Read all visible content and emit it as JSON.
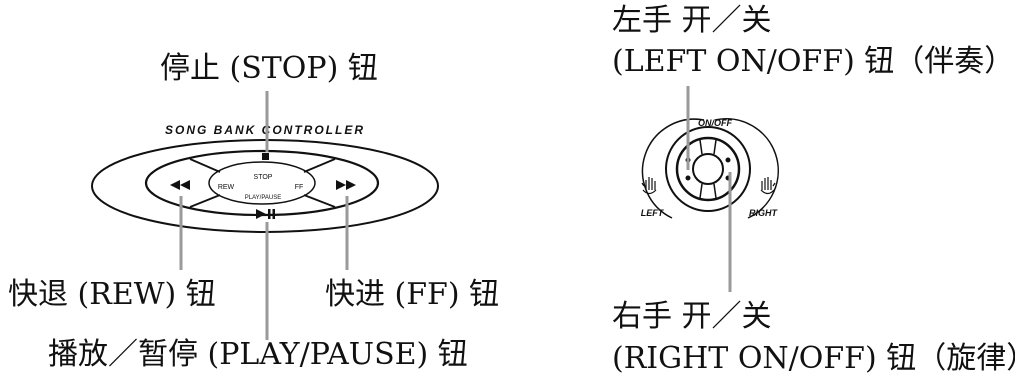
{
  "labels": {
    "stop": "停止 (STOP) 钮",
    "rew": "快退 (REW) 钮",
    "ff": "快进 (FF) 钮",
    "play_pause": "播放／暂停 (PLAY/PAUSE) 钮",
    "left_line1": "左手 开／关",
    "left_line2": "(LEFT ON/OFF) 钮（伴奏）",
    "right_line1": "右手 开／关",
    "right_line2": "(RIGHT ON/OFF) 钮（旋律）"
  },
  "controller": {
    "title": "SONG BANK CONTROLLER",
    "center_stop": "STOP",
    "center_rew": "REW",
    "center_ff": "FF",
    "center_play_pause": "PLAY/PAUSE"
  },
  "dial": {
    "top": "ON/OFF",
    "left": "LEFT",
    "right": "RIGHT"
  },
  "colors": {
    "leader_line": "#9a9a9a",
    "ink": "#111111"
  }
}
